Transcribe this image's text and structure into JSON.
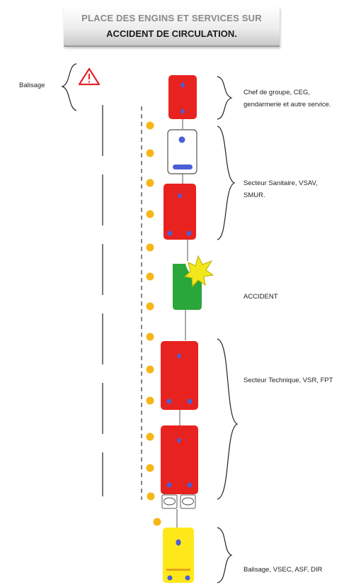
{
  "title": {
    "line1": "PLACE DES ENGINS ET SERVICES SUR",
    "line2": "ACCIDENT DE CIRCULATION."
  },
  "left_label": "Balisage",
  "sections": [
    {
      "id": "chef",
      "label": "Chef de groupe,  CEG, gendarmerie et autre service."
    },
    {
      "id": "sanitaire",
      "label": "Secteur Sanitaire, VSAV, SMUR."
    },
    {
      "id": "accident",
      "label": "ACCIDENT"
    },
    {
      "id": "technique",
      "label": "Secteur Technique, VSR, FPT"
    },
    {
      "id": "balisage",
      "label": "Balisage, VSEC, ASF, DIR"
    }
  ],
  "colors": {
    "red_vehicle": "#e8221e",
    "ambulance": "#ffffff",
    "accident_car": "#2aa73a",
    "balisage_vehicle": "#ffe81a",
    "cone": "#f5b617",
    "wheel": "#4a5fd6",
    "warning": "#e3242b",
    "impact": "#f2e71a"
  },
  "icons": [
    "warning-triangle-icon",
    "impact-burst-icon",
    "cone-icon",
    "brace-icon"
  ]
}
